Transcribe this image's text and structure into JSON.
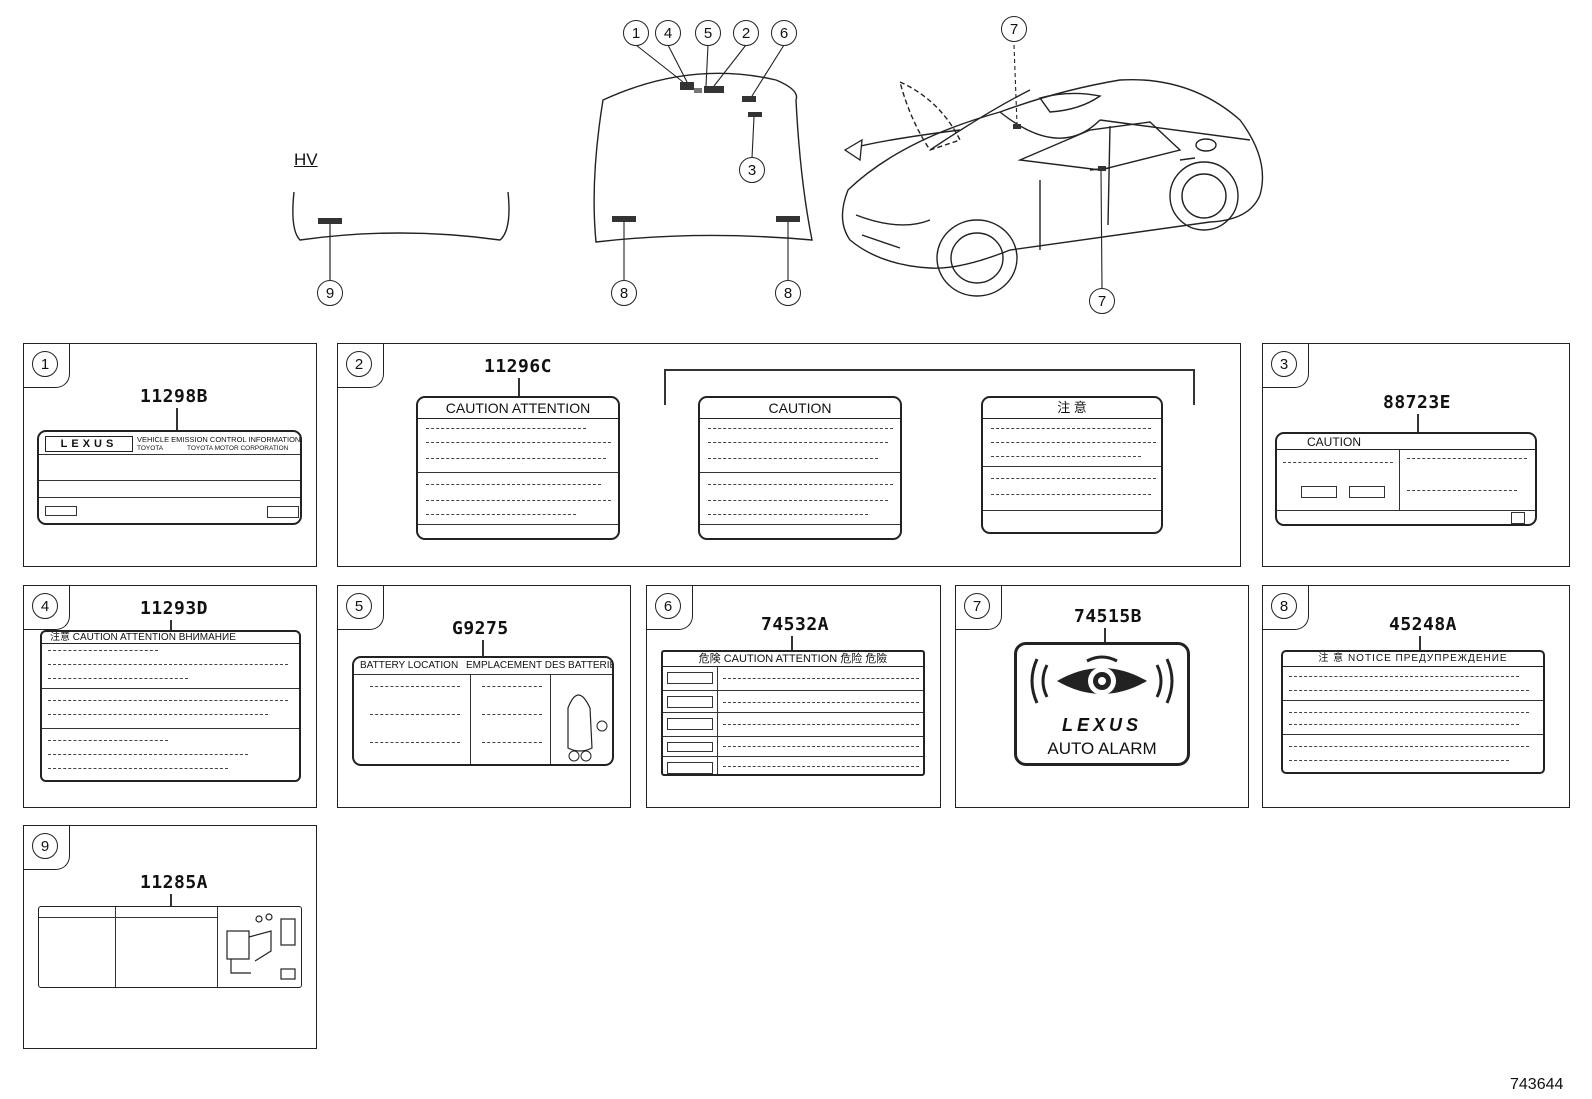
{
  "diagram_ref": "743644",
  "overview": {
    "hv_label": "HV",
    "callouts": [
      "1",
      "4",
      "5",
      "2",
      "6",
      "7",
      "3",
      "9",
      "8",
      "8",
      "7"
    ]
  },
  "panels": [
    {
      "num": "1",
      "part_no": "11298B",
      "lines": [
        "LEXUS",
        "VEHICLE EMISSION CONTROL INFORMATION",
        "TOYOTA",
        "TOYOTA MOTOR CORPORATION"
      ]
    },
    {
      "num": "2",
      "part_no": "11296C",
      "headers": [
        "CAUTION   ATTENTION",
        "CAUTION",
        "注 意"
      ]
    },
    {
      "num": "3",
      "part_no": "88723E",
      "header": "CAUTION"
    },
    {
      "num": "4",
      "part_no": "11293D",
      "header": "注意  CAUTION  ATTENTION  ВНИМАНИЕ"
    },
    {
      "num": "5",
      "part_no": "G9275",
      "header_left": "BATTERY LOCATION",
      "header_right": "EMPLACEMENT DES BATTERIES"
    },
    {
      "num": "6",
      "part_no": "74532A",
      "header": "危険  CAUTION  ATTENTION  危险  危險"
    },
    {
      "num": "7",
      "part_no": "74515B",
      "brand": "LEXUS",
      "caption": "AUTO ALARM"
    },
    {
      "num": "8",
      "part_no": "45248A",
      "header": "注 意  NOTICE  ПРЕДУПРЕЖДЕНИЕ"
    },
    {
      "num": "9",
      "part_no": "11285A"
    }
  ]
}
